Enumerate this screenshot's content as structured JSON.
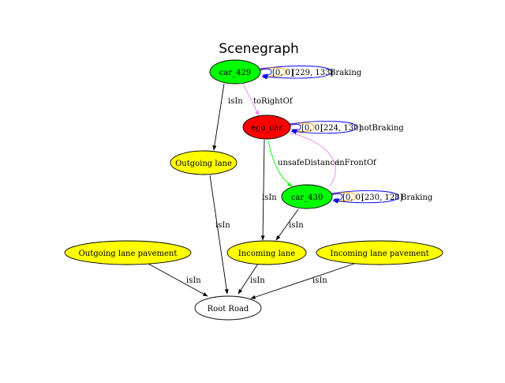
{
  "title": "Scenegraph",
  "colors": {
    "green": "#00ff00",
    "red": "#ff0000",
    "yellow": "#ffff00",
    "white": "#ffffff",
    "black": "#000000",
    "pink": "#ee82ee",
    "bright_green": "#00ff00",
    "blue": "#0000ff",
    "orange": "#ffa500"
  },
  "nodes": {
    "car_429": "car_429",
    "ego_car": "ego_car",
    "car_430": "car_430",
    "outgoing_lane": "Outgoing lane",
    "incoming_lane": "Incoming lane",
    "outgoing_pavement": "Outgoing lane pavement",
    "incoming_pavement": "Incoming lane pavement",
    "root_road": "Root Road"
  },
  "self_loops": {
    "car_429": {
      "bbox": "[0, 0]",
      "pos": "[229, 133]",
      "state": "Braking"
    },
    "ego_car": {
      "bbox": "[0, 0]",
      "pos": "[224, 130]",
      "state": "notBraking"
    },
    "car_430": {
      "bbox": "[0, 0]",
      "pos": "[230, 128]",
      "state": "Braking"
    }
  },
  "edges": {
    "car429_lane": "isIn",
    "car429_ego": "toRightOf",
    "ego_unsafe": "unsafeDistance",
    "ego_front": "inFrontOf",
    "ego_lane": "isIn",
    "car430_lane": "isIn",
    "outlane_root": "isIn",
    "outpave_root": "isIn",
    "inlane_root": "isIn",
    "inpave_root": "isIn"
  }
}
